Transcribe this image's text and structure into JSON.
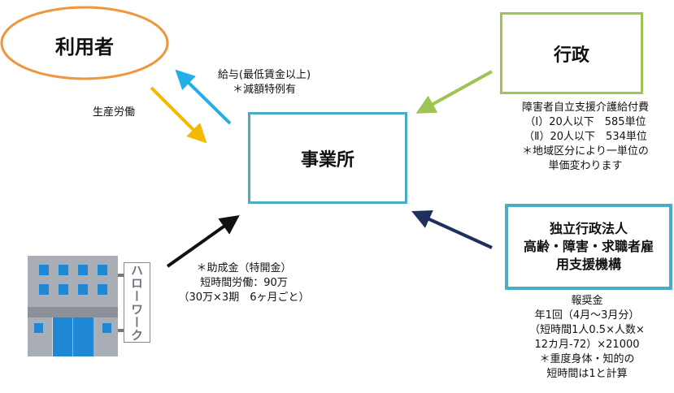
{
  "user": {
    "label": "利用者"
  },
  "office": {
    "label": "事業所"
  },
  "government": {
    "label": "行政"
  },
  "agency": {
    "lines": [
      "独立行政法人",
      "高齢・障害・求職者雇",
      "用支援機構"
    ]
  },
  "wage_note": {
    "lines": [
      "給与(最低賃金以上)",
      "＊減額特例有"
    ]
  },
  "labor_note": {
    "label": "生産労働"
  },
  "gov_note": {
    "lines": [
      "障害者自立支援介護給付費",
      "（Ⅰ）20人以下　585単位",
      "（Ⅱ）20人以下　534単位",
      "＊地域区分により一単位の",
      "単価変わります"
    ]
  },
  "agency_note": {
    "lines": [
      "報奨金",
      "年1回（4月～3月分）",
      "（短時間1人0.5×人数×",
      "12カ月-72）×21000",
      "＊重度身体・知的の",
      "短時間は1と計算"
    ]
  },
  "hellowork": {
    "sign": "ハローワーク"
  },
  "subsidy_note": {
    "lines": [
      "＊助成金（特開金）",
      "短時間労働：90万",
      "（30万×3期　6ヶ月ごと）"
    ]
  },
  "colors": {
    "user": "#F0963C",
    "government": "#9DC455",
    "office": "#4BACC6",
    "wage_arrow": "#22AEE8",
    "labor_arrow": "#F5B800",
    "agency_arrow": "#1F2F5E"
  }
}
